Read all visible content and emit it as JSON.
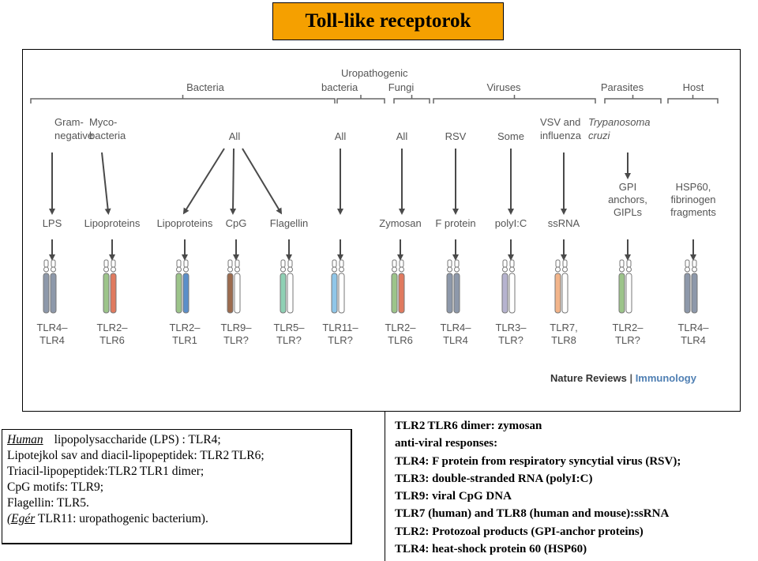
{
  "title": "Toll-like receptorok",
  "figure": {
    "categories": [
      {
        "id": "bacteria",
        "label": "Bacteria"
      },
      {
        "id": "uro1",
        "label": "Uropathogenic"
      },
      {
        "id": "uro2",
        "label": "bacteria"
      },
      {
        "id": "fungi",
        "label": "Fungi"
      },
      {
        "id": "viruses",
        "label": "Viruses"
      },
      {
        "id": "parasites",
        "label": "Parasites"
      },
      {
        "id": "host",
        "label": "Host"
      }
    ],
    "sources": [
      {
        "id": "gram",
        "lines": [
          "Gram-",
          "negative"
        ]
      },
      {
        "id": "myco",
        "lines": [
          "Myco-",
          "bacteria"
        ]
      },
      {
        "id": "bact_all",
        "lines": [
          "All"
        ]
      },
      {
        "id": "uro_all",
        "lines": [
          "All"
        ]
      },
      {
        "id": "fungi_all",
        "lines": [
          "All"
        ]
      },
      {
        "id": "rsv",
        "lines": [
          "RSV"
        ]
      },
      {
        "id": "some",
        "lines": [
          "Some"
        ]
      },
      {
        "id": "vsv",
        "lines": [
          "VSV and",
          "influenza"
        ]
      },
      {
        "id": "tryp",
        "lines": [
          "Trypanosoma",
          "cruzi"
        ]
      }
    ],
    "ligands": [
      {
        "id": "lps",
        "lines": [
          "LPS"
        ]
      },
      {
        "id": "lipo1",
        "lines": [
          "Lipoproteins"
        ]
      },
      {
        "id": "lipo2",
        "lines": [
          "Lipoproteins"
        ]
      },
      {
        "id": "cpg",
        "lines": [
          "CpG"
        ]
      },
      {
        "id": "flag",
        "lines": [
          "Flagellin"
        ]
      },
      {
        "id": "zym",
        "lines": [
          "Zymosan"
        ]
      },
      {
        "id": "fprot",
        "lines": [
          "F protein"
        ]
      },
      {
        "id": "polyic",
        "lines": [
          "polyI:C"
        ]
      },
      {
        "id": "ssrna",
        "lines": [
          "ssRNA"
        ]
      },
      {
        "id": "gpi",
        "lines": [
          "GPI",
          "anchors,",
          "GIPLs"
        ]
      },
      {
        "id": "hsp",
        "lines": [
          "HSP60,",
          "fibrinogen",
          "fragments"
        ]
      }
    ],
    "receptors": [
      {
        "id": "r1",
        "lines": [
          "TLR4–",
          "TLR4"
        ],
        "colors": [
          "#8d98aa",
          "#8d98aa"
        ]
      },
      {
        "id": "r2",
        "lines": [
          "TLR2–",
          "TLR6"
        ],
        "colors": [
          "#9cc48a",
          "#e07a5f"
        ]
      },
      {
        "id": "r3",
        "lines": [
          "TLR2–",
          "TLR1"
        ],
        "colors": [
          "#9cc48a",
          "#5b8fc9"
        ]
      },
      {
        "id": "r4",
        "lines": [
          "TLR9–",
          "TLR?"
        ],
        "colors": [
          "#9c6b4e",
          "#ffffff"
        ]
      },
      {
        "id": "r5",
        "lines": [
          "TLR5–",
          "TLR?"
        ],
        "colors": [
          "#8fd0b4",
          "#ffffff"
        ]
      },
      {
        "id": "r6",
        "lines": [
          "TLR11–",
          "TLR?"
        ],
        "colors": [
          "#8fc6e8",
          "#ffffff"
        ]
      },
      {
        "id": "r7",
        "lines": [
          "TLR2–",
          "TLR6"
        ],
        "colors": [
          "#9cc48a",
          "#e07a5f"
        ]
      },
      {
        "id": "r8",
        "lines": [
          "TLR4–",
          "TLR4"
        ],
        "colors": [
          "#8d98aa",
          "#8d98aa"
        ]
      },
      {
        "id": "r9",
        "lines": [
          "TLR3–",
          "TLR?"
        ],
        "colors": [
          "#b6b3cf",
          "#ffffff"
        ]
      },
      {
        "id": "r10",
        "lines": [
          "TLR7,",
          "TLR8"
        ],
        "colors": [
          "#f2b48a",
          "#ffffff"
        ]
      },
      {
        "id": "r11",
        "lines": [
          "TLR2–",
          "TLR?"
        ],
        "colors": [
          "#9cc48a",
          "#ffffff"
        ]
      },
      {
        "id": "r12",
        "lines": [
          "TLR4–",
          "TLR4"
        ],
        "colors": [
          "#8d98aa",
          "#8d98aa"
        ]
      }
    ],
    "credit": {
      "journal": "Nature Reviews",
      "separator": "|",
      "section": "Immunology"
    }
  },
  "notes_left": {
    "line1_em": "Human",
    "line1_rest": "lipopolysaccharide (LPS) : TLR4;",
    "line2": "Lipotejkol sav and diacil-lipopeptidek: TLR2 TLR6;",
    "line3": "Triacil-lipopeptidek:TLR2 TLR1 dimer;",
    "line4": "CpG motifs: TLR9;",
    "line5": "Flagellin: TLR5.",
    "line6_em": "(Egér",
    "line6_rest": " TLR11: uropathogenic bacterium)."
  },
  "notes_right": {
    "lines": [
      "TLR2 TLR6 dimer: zymosan",
      "anti-viral responses:",
      "TLR4:  F protein from respiratory syncytial virus (RSV);",
      "TLR3: double-stranded RNA (polyI:C)",
      "TLR9: viral CpG DNA",
      "TLR7 (human) and TLR8 (human and mouse):ssRNA",
      "TLR2: Protozoal products (GPI-anchor proteins)",
      "TLR4: heat-shock protein 60 (HSP60)"
    ]
  }
}
